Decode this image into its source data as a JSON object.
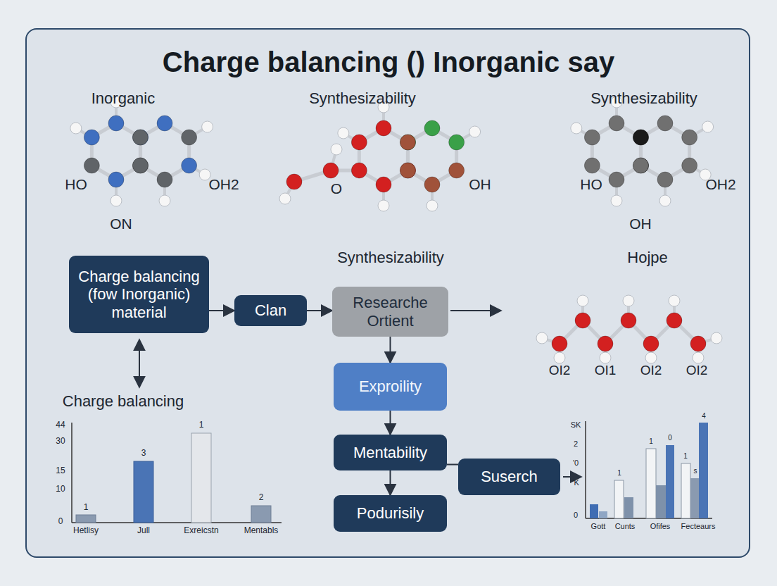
{
  "diagram": {
    "title": "Charge balancing () Inorganic say",
    "nodes": [
      {
        "text": [
          "Charge balancing (fow Inorganic) material"
        ]
      },
      {
        "text": [
          "Clan"
        ]
      },
      {
        "text": [
          "Researche Ortient"
        ]
      },
      {
        "text": [
          "Exproility"
        ]
      },
      {
        "text": [
          "Mentability"
        ]
      },
      {
        "text": [
          "Podurisily"
        ]
      },
      {
        "text": [
          "Suserch"
        ]
      }
    ],
    "edges": [
      {
        "from": 0,
        "to": 1,
        "arrow": "to"
      },
      {
        "from": 1,
        "to": 2,
        "arrow": "to"
      },
      {
        "from": 2,
        "to": 3,
        "arrow": "to"
      },
      {
        "from": 3,
        "to": 4,
        "arrow": "to"
      },
      {
        "from": 4,
        "to": 5,
        "arrow": "to"
      },
      {
        "from": 4,
        "to": 6,
        "arrow": "none"
      }
    ],
    "labels": [
      "Inorganic",
      "Synthesizability",
      "Synthesizability",
      "HO",
      "OH2",
      "ON",
      "O",
      "OH",
      "HO",
      "OH2",
      "OH",
      "Synthesizability",
      "Hojpe",
      "OI2",
      "OI1",
      "OI2",
      "OI2",
      "Charge balancing",
      "44",
      "30",
      "15",
      "10",
      "0",
      "1",
      "3",
      "1",
      "2",
      "Hetlisy",
      "Jull",
      "Exreicstn",
      "Mentabls",
      "SK",
      "2",
      "'0",
      "'K",
      "0",
      "1",
      "1",
      "0",
      "1",
      "s",
      "4",
      "Gott",
      "Cunts",
      "Ofifes",
      "Fecteaurs"
    ]
  }
}
